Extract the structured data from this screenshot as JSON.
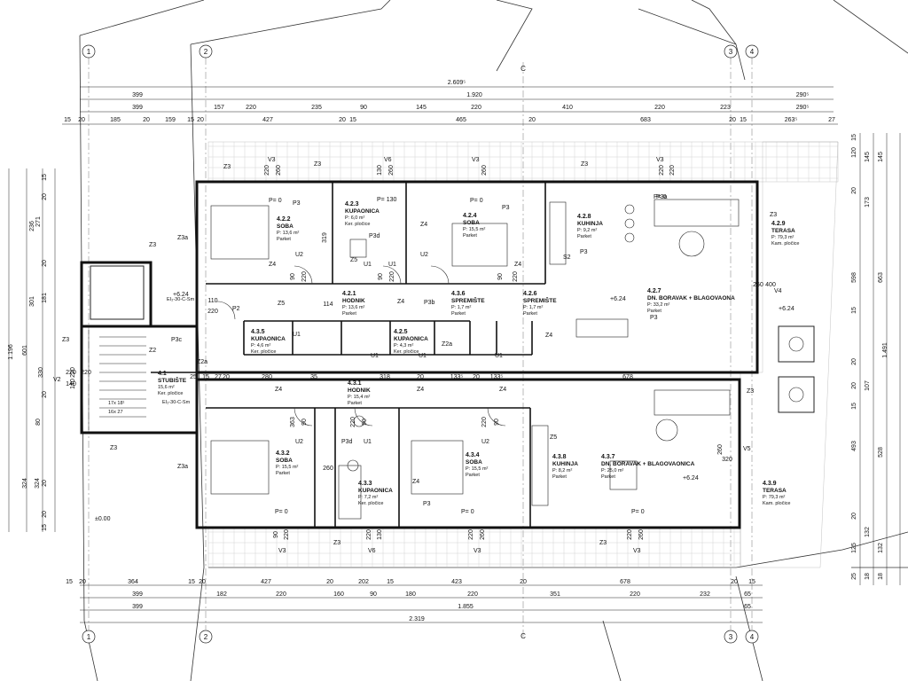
{
  "dims": {
    "top_row1": [
      "2.609⁵"
    ],
    "top_row2": [
      "399",
      "1.920",
      "290⁵"
    ],
    "top_row3": [
      "399",
      "157",
      "220",
      "235",
      "90",
      "145",
      "220",
      "410",
      "220",
      "223",
      "290⁵"
    ],
    "top_row4": [
      "15",
      "20",
      "185",
      "20",
      "159",
      "15",
      "20",
      "427",
      "20",
      "15",
      "465",
      "20",
      "683",
      "20",
      "15",
      "263⁵",
      "27"
    ],
    "bottom_row1": [
      "15",
      "20",
      "364",
      "15",
      "20",
      "427",
      "20",
      "202",
      "15",
      "423",
      "20",
      "678",
      "20",
      "15"
    ],
    "bottom_row2": [
      "399",
      "182",
      "220",
      "160",
      "90",
      "180",
      "220",
      "351",
      "220",
      "232",
      "65"
    ],
    "bottom_row3": [
      "399",
      "1.855",
      "65"
    ],
    "bottom_row4": [
      "2.319"
    ],
    "left": [
      "271",
      "236",
      "20",
      "15",
      "301",
      "181",
      "20",
      "1.196",
      "601",
      "330",
      "220",
      "140",
      "20",
      "80",
      "324",
      "20",
      "324",
      "20",
      "15"
    ],
    "right": [
      "15",
      "120",
      "145",
      "145",
      "173",
      "20",
      "598",
      "663",
      "15",
      "20",
      "1.491",
      "20",
      "107",
      "15",
      "493",
      "528",
      "20",
      "132",
      "125",
      "132",
      "25",
      "18",
      "18"
    ],
    "mid": [
      "110",
      "220",
      "114",
      "90",
      "220",
      "319",
      "90",
      "220",
      "90",
      "220",
      "27",
      "20",
      "280",
      "35",
      "318",
      "20",
      "133⁵",
      "20",
      "133⁵",
      "678",
      "220",
      "140",
      "220",
      "25",
      "15",
      "220",
      "260",
      "130",
      "260",
      "260",
      "220",
      "220",
      "260",
      "400",
      "260",
      "320",
      "260",
      "363",
      "90",
      "220",
      "90",
      "220",
      "90",
      "220",
      "130",
      "90",
      "220",
      "220",
      "260",
      "220",
      "260"
    ]
  },
  "axes": {
    "top": [
      "1",
      "2",
      "3",
      "4"
    ],
    "bottom": [
      "1",
      "2",
      "3",
      "4"
    ],
    "section_mark": "C"
  },
  "rooms": [
    {
      "id": "4.2.2",
      "name": "SOBA",
      "area": "P: 13,6 m²",
      "floor": "Parket"
    },
    {
      "id": "4.2.3",
      "name": "KUPAONICA",
      "area": "P: 6,0 m²",
      "floor": "Ker. pločice"
    },
    {
      "id": "4.2.4",
      "name": "SOBA",
      "area": "P: 15,5 m²",
      "floor": "Parket"
    },
    {
      "id": "4.2.8",
      "name": "KUHINJA",
      "area": "P: 9,2 m²",
      "floor": "Parket"
    },
    {
      "id": "4.2.9",
      "name": "TERASA",
      "area": "P: 79,3 m²",
      "floor": "Kam. pločice"
    },
    {
      "id": "4.2.1",
      "name": "HODNIK",
      "area": "P: 13,6 m²",
      "floor": "Parket"
    },
    {
      "id": "4.3.6",
      "name": "SPREMIŠTE",
      "area": "P: 1,7 m²",
      "floor": "Parket"
    },
    {
      "id": "4.2.6",
      "name": "SPREMIŠTE",
      "area": "P: 1,7 m²",
      "floor": "Parket"
    },
    {
      "id": "4.2.7",
      "name": "DN. BORAVAK + BLAGOVAONA",
      "area": "P: 33,2 m²",
      "floor": "Parket"
    },
    {
      "id": "4.3.5",
      "name": "KUPAONICA",
      "area": "P: 4,6 m²",
      "floor": "Ker. pločice"
    },
    {
      "id": "4.2.5",
      "name": "KUPAONICA",
      "area": "P: 4,3 m²",
      "floor": "Ker. pločice"
    },
    {
      "id": "4.1",
      "name": "STUBIŠTE",
      "area": "15,6 m²",
      "floor": "Ker. pločice"
    },
    {
      "id": "4.3.1",
      "name": "HODNIK",
      "area": "P: 15,4 m²",
      "floor": "Parket"
    },
    {
      "id": "4.3.2",
      "name": "SOBA",
      "area": "P: 15,5 m²",
      "floor": "Parket"
    },
    {
      "id": "4.3.3",
      "name": "KUPAONICA",
      "area": "P: 7,2 m²",
      "floor": "Ker. pločice"
    },
    {
      "id": "4.3.4",
      "name": "SOBA",
      "area": "P: 15,5 m²",
      "floor": "Parket"
    },
    {
      "id": "4.3.8",
      "name": "KUHINJA",
      "area": "P: 8,2 m²",
      "floor": "Parket"
    },
    {
      "id": "4.3.7",
      "name": "DN. BORAVAK + BLAGOVAONICA",
      "area": "P: 25,0 m²",
      "floor": "Parket"
    },
    {
      "id": "4.3.9",
      "name": "TERASA",
      "area": "P: 79,3 m²",
      "floor": "Kam. pločice"
    }
  ],
  "tags": {
    "z3": "Z3",
    "z3a": "Z3a",
    "z4": "Z4",
    "z5": "Z5",
    "z2": "Z2",
    "z2a": "Z2a",
    "v2": "V2",
    "v3": "V3",
    "v4": "V4",
    "v5": "V5",
    "v6": "V6",
    "p3": "P3",
    "p3a": "P3a",
    "p3b": "P3b",
    "p3c": "P3c",
    "p3d": "P3d",
    "p2": "P2",
    "u1": "U1",
    "u2": "U2",
    "s2": "S2",
    "p0": "P= 0",
    "p130": "P= 130",
    "level_624": "+6.24",
    "level_000": "±0.00",
    "stair_calc1": "17x 18¹",
    "stair_calc2": "16x 27",
    "fire_door": "EI₂-30-C-Sm"
  }
}
